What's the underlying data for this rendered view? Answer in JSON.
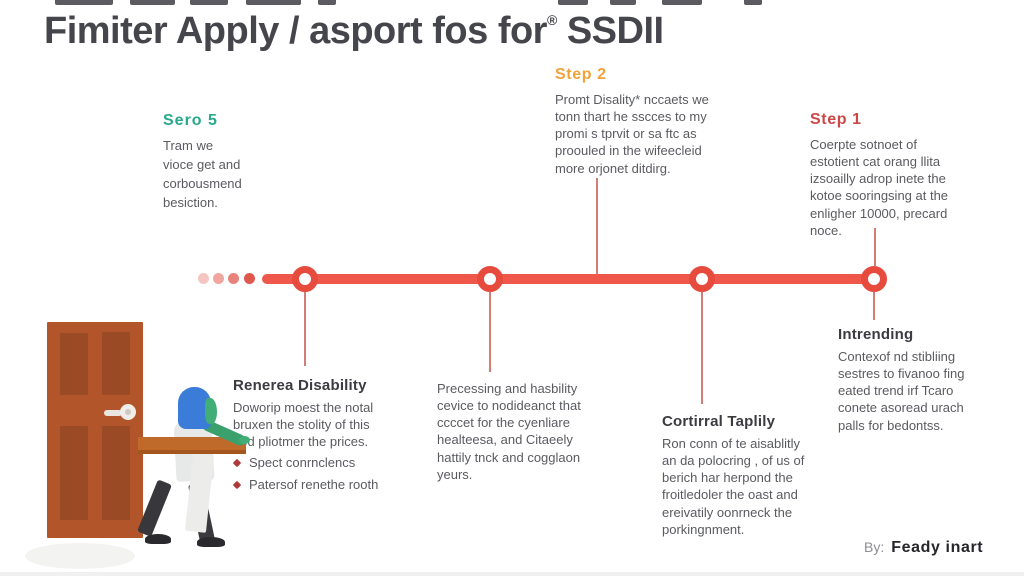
{
  "title": {
    "main": "Fimiter Apply / asport fos for",
    "reg_mark": "®",
    "suffix": "SSDII"
  },
  "steps": {
    "step5": {
      "label": "Sero 5",
      "color": "#29A98B",
      "body": "Tram we\nvioce get and\ncorbousmend\nbesiction."
    },
    "step2": {
      "label": "Step 2",
      "color": "#F2A23B",
      "body": "Promt Disality* nccaets we\ntonn thart he sscces to my\npromi s tprvit or sa ftc as\nproouled in the wifeecleid\nmore orjonet ditdirg."
    },
    "step1": {
      "label": "Step 1",
      "color": "#CE4747",
      "body": "Coerpte sotnoet of\nestotient cat orang llita\nizsoailly adrop inete the\nkotoe sooringsing at the\nenligher 10000, precard\nnoce."
    }
  },
  "blocks": {
    "renerea": {
      "heading": "Renerea Disability",
      "body": "Doworip moest the notal\nbruxen the stolity of this\nhed pliotmer the prices.",
      "bullets": [
        "Spect conrnclencs",
        "Patersof renethe rooth"
      ]
    },
    "precessing": {
      "heading": "",
      "body": "Precessing and hasbility\ncevice to nodideanct that\nccccet for the cyenliare\nhealteesa, and Citaeely\nhattily tnck and cogglaon\nyeurs."
    },
    "cortirral": {
      "heading": "Cortirral Taplily",
      "body": "Ron conn of te aisablitly\nan da polocring , of us of\nberich har herpond the\nfroitledoler the oast and\nereivatily oonrneck the\nporkingnment."
    },
    "intrending": {
      "heading": "Intrending",
      "body": "Contexof nd stibliing\nsestres to fivanoo fing\neated trend irf Tcaro\nconete asoread urach\npalls for bedontss."
    }
  },
  "timeline": {
    "node_count": 4,
    "start_dot_count": 4,
    "line_color": "#EE5749",
    "node_ring_color": "#E64B3E",
    "connector_color": "#C9685E",
    "start_dot_colors": [
      "#F5C6C1",
      "#F0A69F",
      "#E8837B",
      "#DE584E"
    ]
  },
  "footer": {
    "by_label": "By:",
    "author": "Feady inart"
  },
  "palette": {
    "title_text": "#45454C",
    "heading_text": "#3B3B41",
    "body_text": "#5A5B60",
    "step5_teal": "#29A98B",
    "step2_orange": "#F2A23B",
    "step1_red": "#CE4747",
    "bullet_red": "#B03A3A",
    "door": "#B2552B",
    "door_panel": "#9A4A24",
    "plank": "#BF6A2B",
    "hair_blue": "#3B7CD8",
    "skin_green": "#41AE78",
    "shirt": "#E7E9E8",
    "pants": "#38383C"
  }
}
